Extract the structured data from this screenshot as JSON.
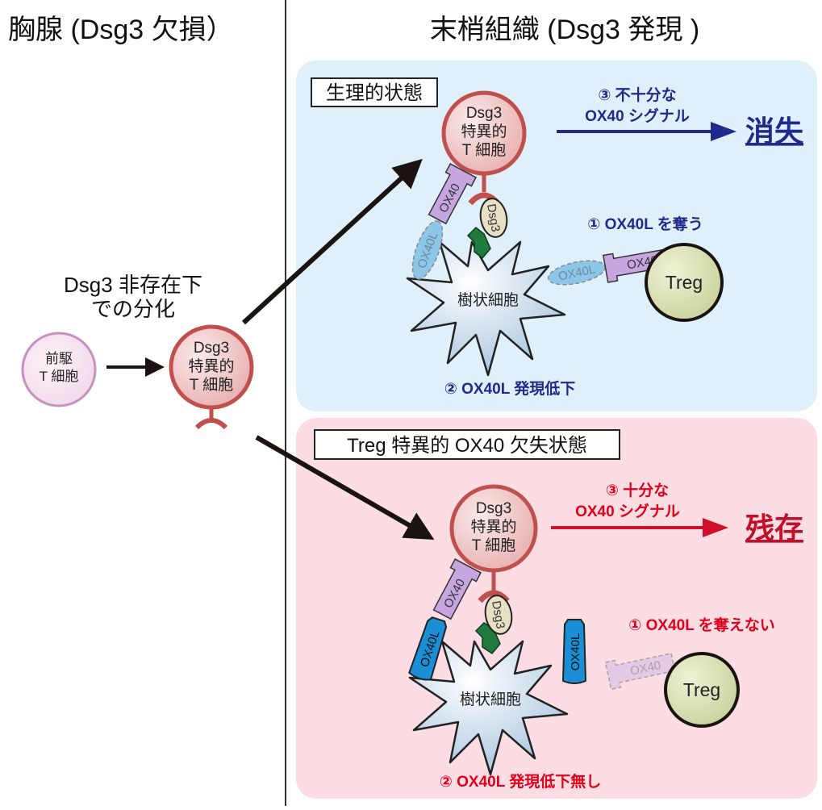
{
  "left": {
    "title": "胸腺 (Dsg3 欠損）",
    "condition_line1": "Dsg3 非存在下",
    "condition_line2": "での分化",
    "precursor_line1": "前駆",
    "precursor_line2": "T 細胞",
    "tcell_line1": "Dsg3",
    "tcell_line2": "特異的",
    "tcell_line3": "T 細胞"
  },
  "right": {
    "title": "末梢組織 (Dsg3 発現 )"
  },
  "normal": {
    "label": "生理的状態",
    "tcell_line1": "Dsg3",
    "tcell_line2": "特異的",
    "tcell_line3": "T 細胞",
    "dc": "樹状細胞",
    "dsg3": "Dsg3",
    "ox40": "OX40",
    "ox40l": "OX40L",
    "treg": "Treg",
    "treg_ox40": "OX40",
    "treg_ox40l": "OX40L",
    "step1": "① OX40L を奪う",
    "step2": "② OX40L 発現低下",
    "step3_line1": "③ 不十分な",
    "step3_line2": "OX40 シグナル",
    "result": "消失"
  },
  "knockout": {
    "label": "Treg 特異的 OX40 欠失状態",
    "tcell_line1": "Dsg3",
    "tcell_line2": "特異的",
    "tcell_line3": "T 細胞",
    "dc": "樹状細胞",
    "dsg3": "Dsg3",
    "ox40": "OX40",
    "ox40l_a": "OX40L",
    "ox40l_b": "OX40L",
    "treg": "Treg",
    "treg_ox40": "OX40",
    "step1": "① OX40L を奪えない",
    "step2": "② OX40L 発現低下無し",
    "step3_line1": "③ 十分な",
    "step3_line2": "OX40 シグナル",
    "result": "残存"
  },
  "colors": {
    "blue_panel": "#dff0fb",
    "pink_panel": "#fbdde3",
    "blue_text": "#1f2a8a",
    "red_text": "#e0001b",
    "tcell_stroke": "#c0504d",
    "ox40": "#c7a6e0",
    "ox40l": "#1a8fd6",
    "dsg3_receptor": "#1f7a3c"
  }
}
